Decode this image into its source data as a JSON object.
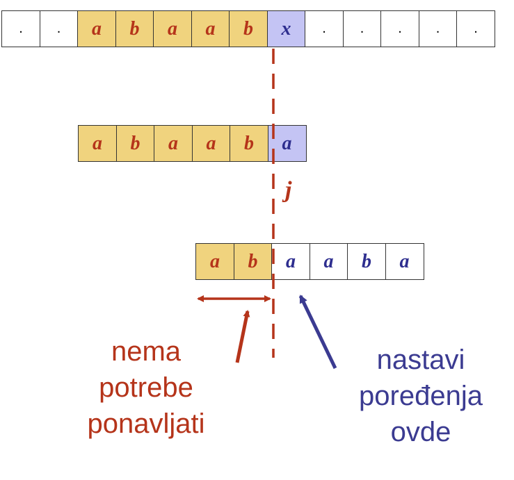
{
  "text_row": [
    ".",
    ".",
    "a",
    "b",
    "a",
    "a",
    "b",
    "x",
    ".",
    ".",
    ".",
    ".",
    "."
  ],
  "pattern_row_1": [
    "a",
    "b",
    "a",
    "a",
    "b",
    "a"
  ],
  "pattern_row_2": [
    "a",
    "b",
    "a",
    "a",
    "b",
    "a"
  ],
  "index_label": "j",
  "left_note": [
    "nema",
    "potrebe",
    "ponavljati"
  ],
  "right_note": [
    "nastavi",
    "poređenja",
    "ovde"
  ],
  "colors": {
    "match_fill": "#f0d37e",
    "mismatch_fill": "#c4c4f4",
    "red": "#b5341a",
    "blue": "#3b3b91"
  }
}
